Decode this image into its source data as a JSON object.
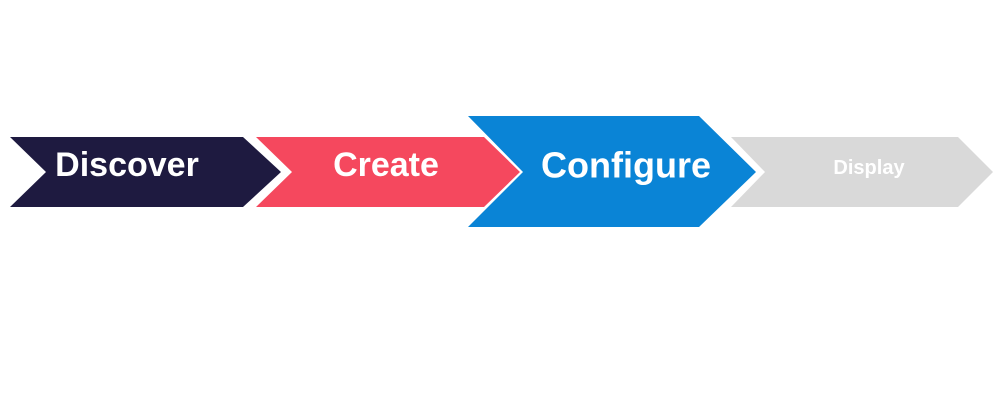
{
  "steps": [
    {
      "label": "Discover",
      "fill": "#1e1a40",
      "text_color": "#ffffff",
      "state": "completed"
    },
    {
      "label": "Create",
      "fill": "#f5485e",
      "text_color": "#ffffff",
      "state": "completed"
    },
    {
      "label": "Configure",
      "fill": "#0a84d6",
      "text_color": "#ffffff",
      "state": "current"
    },
    {
      "label": "Display",
      "fill": "#d9d9d9",
      "text_color": "#ffffff",
      "state": "upcoming"
    }
  ]
}
